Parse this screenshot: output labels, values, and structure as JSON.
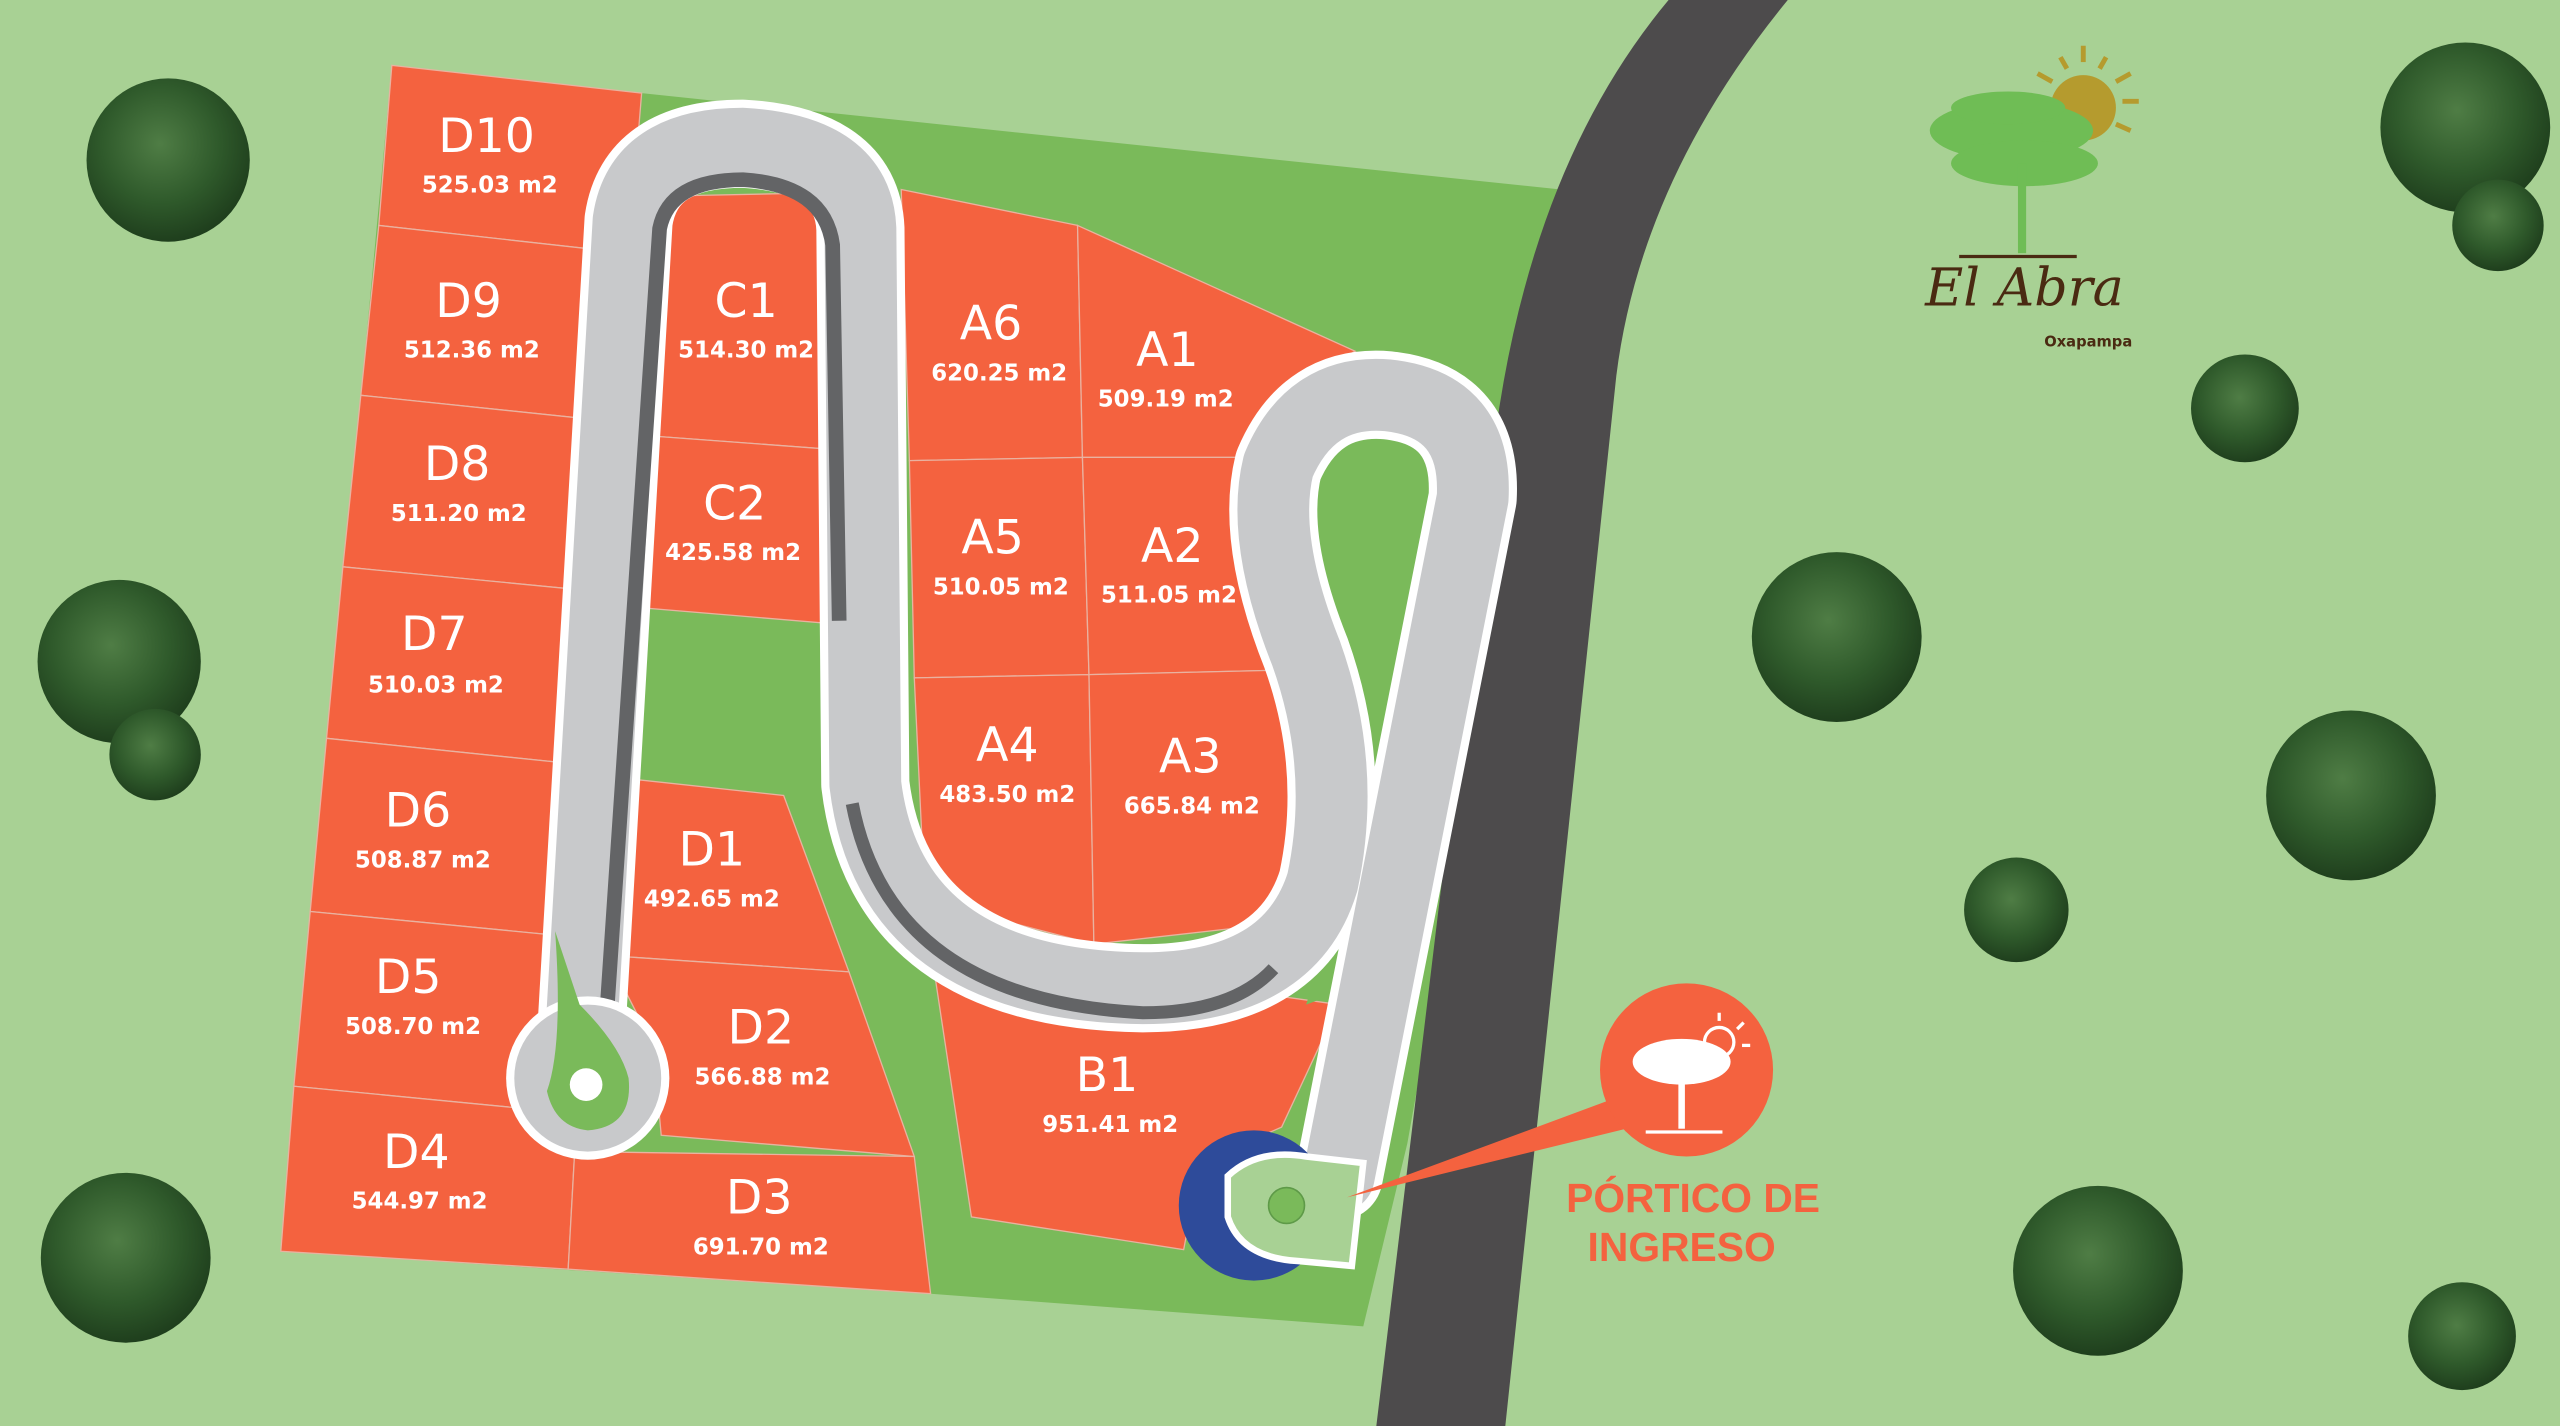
{
  "colors": {
    "background": "#a8d194",
    "green_area": "#7aba5a",
    "lot": "#f4623f",
    "road": "#c8c9cb",
    "road_edge": "#636466",
    "highway": "#4d4b4c",
    "roundabout": "#2e4b9a",
    "tree": "#2f5a2b"
  },
  "logo": {
    "title": "El Abra",
    "subtitle": "Oxapampa"
  },
  "entrance": {
    "line1": "PÓRTICO DE",
    "line2": "INGRESO",
    "icon": "tree-sun-icon"
  },
  "lots": [
    {
      "name": "D10",
      "area": "525.03 m2"
    },
    {
      "name": "D9",
      "area": "512.36 m2"
    },
    {
      "name": "D8",
      "area": "511.20 m2"
    },
    {
      "name": "D7",
      "area": "510.03 m2"
    },
    {
      "name": "D6",
      "area": "508.87 m2"
    },
    {
      "name": "D5",
      "area": "508.70 m2"
    },
    {
      "name": "D4",
      "area": "544.97 m2"
    },
    {
      "name": "C1",
      "area": "514.30 m2"
    },
    {
      "name": "C2",
      "area": "425.58 m2"
    },
    {
      "name": "A6",
      "area": "620.25 m2"
    },
    {
      "name": "A1",
      "area": "509.19 m2"
    },
    {
      "name": "A5",
      "area": "510.05 m2"
    },
    {
      "name": "A2",
      "area": "511.05 m2"
    },
    {
      "name": "A4",
      "area": "483.50 m2"
    },
    {
      "name": "A3",
      "area": "665.84 m2"
    },
    {
      "name": "D1",
      "area": "492.65 m2"
    },
    {
      "name": "D2",
      "area": "566.88 m2"
    },
    {
      "name": "D3",
      "area": "691.70 m2"
    },
    {
      "name": "B1",
      "area": "951.41 m2"
    }
  ]
}
